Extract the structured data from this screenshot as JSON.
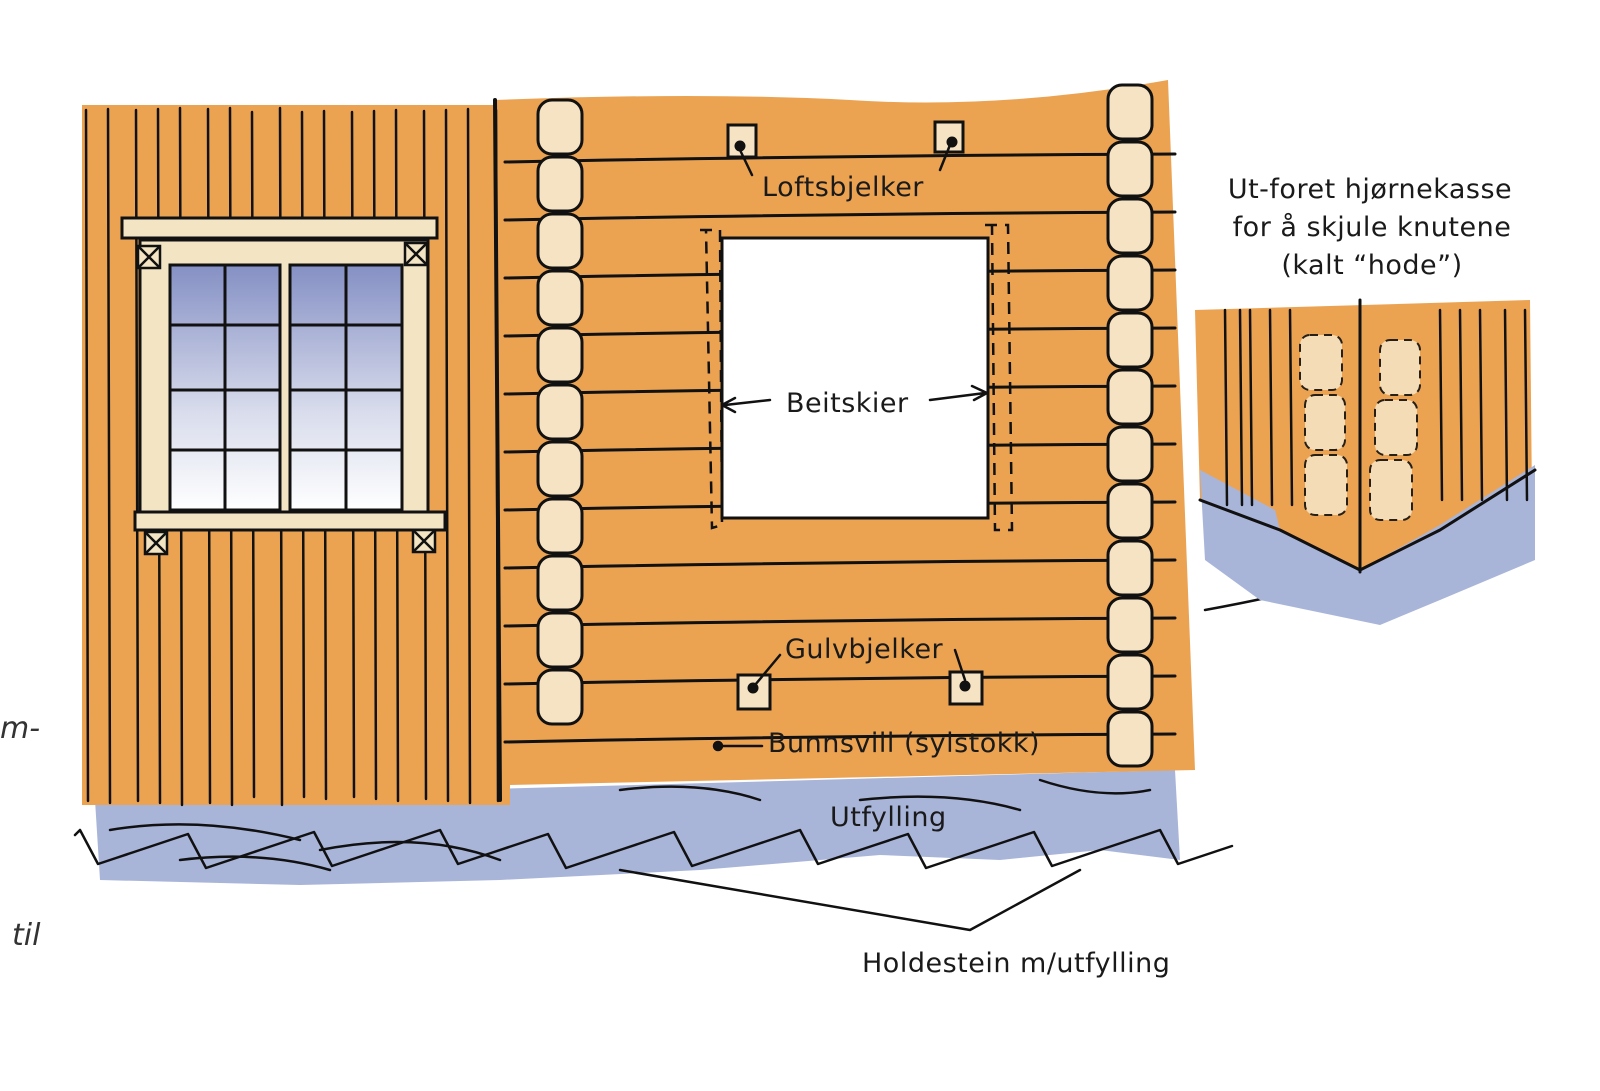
{
  "labels": {
    "loftsbjelker": "Loftsbjelker",
    "beitskier": "Beitskier",
    "gulvbjelker": "Gulvbjelker",
    "bunnsvill": "Bunnsvill (sylstokk)",
    "utfylling": "Utfylling",
    "holdestein": "Holdestein m/utfylling",
    "inset_line1": "Ut-foret hjørnekasse",
    "inset_line2": "for å skjule knutene",
    "inset_line3": "(kalt “hode”)",
    "margin_fragment1": "m-",
    "margin_fragment2": "til"
  },
  "colors": {
    "wood": "#EBA352",
    "stone": "#A8B5D9",
    "glass": "#8E9BC8",
    "trim": "#F3E4C4",
    "log_end": "#F6E3C3"
  }
}
